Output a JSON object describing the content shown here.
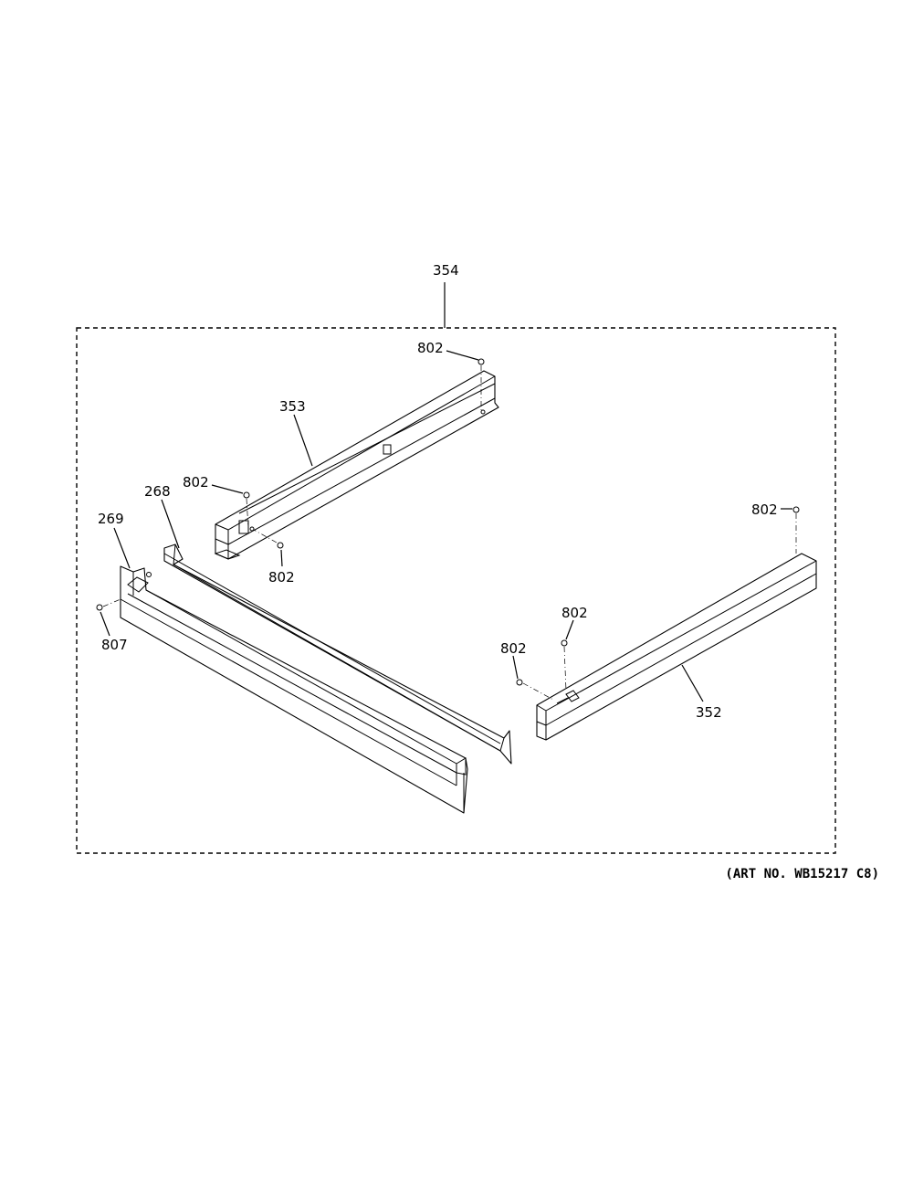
{
  "callouts": {
    "c354": "354",
    "c802_top": "802",
    "c353": "353",
    "c802_left": "802",
    "c268": "268",
    "c269": "269",
    "c802_mid": "802",
    "c807": "807",
    "c802_right": "802",
    "c802_352a": "802",
    "c802_352b": "802",
    "c352": "352"
  },
  "art_number": "(ART NO. WB15217 C8)"
}
